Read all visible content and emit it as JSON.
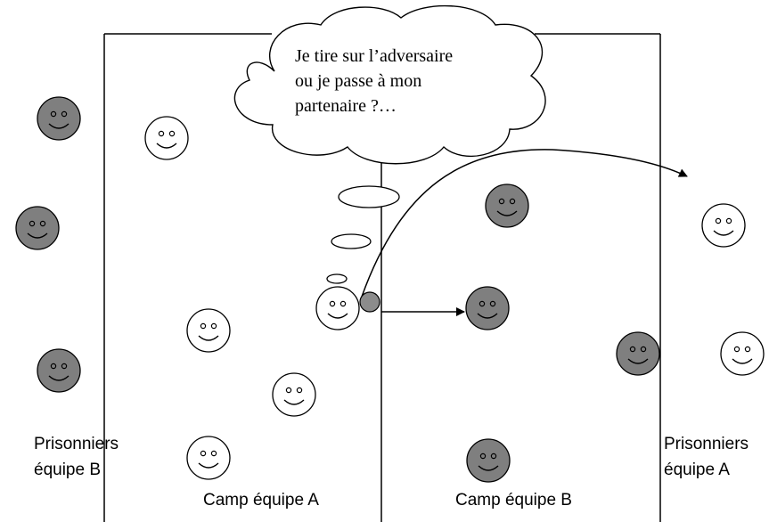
{
  "thought_bubble": {
    "line1": "Je tire sur l’adversaire",
    "line2": "ou je passe à mon",
    "line3": "partenaire ?…"
  },
  "labels": {
    "prisoners_b_line1": "Prisonniers",
    "prisoners_b_line2": "équipe B",
    "prisoners_a_line1": "Prisonniers",
    "prisoners_a_line2": "équipe A",
    "camp_a": "Camp équipe A",
    "camp_b": "Camp équipe B"
  },
  "colors": {
    "team_a_face": "#ffffff",
    "team_b_face": "#7f7f7f",
    "ball": "#8c8c8c",
    "lines": "#000000"
  }
}
